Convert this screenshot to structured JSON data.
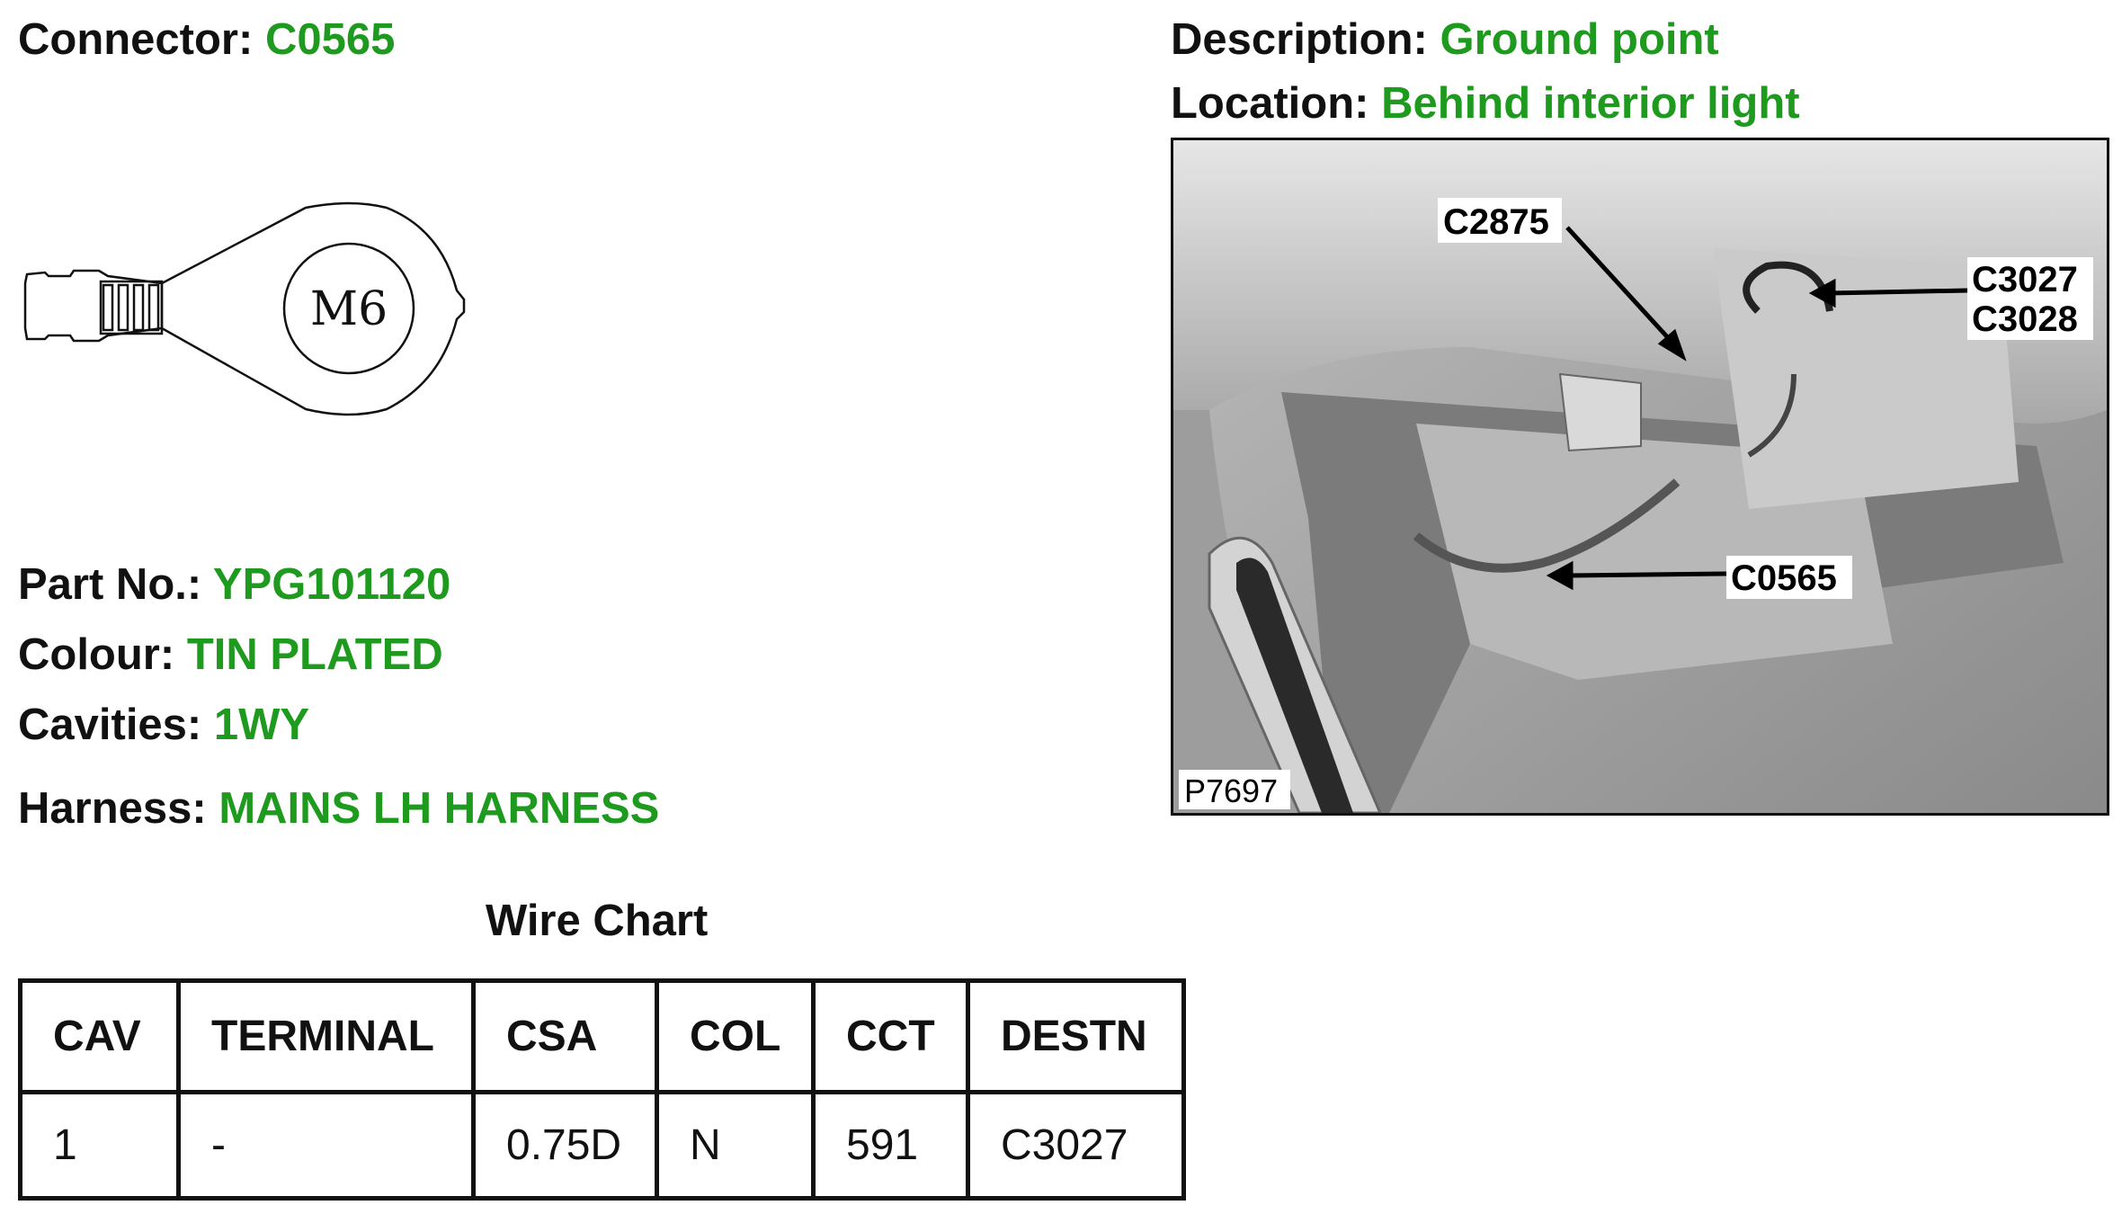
{
  "connector": {
    "label": "Connector:",
    "value": "C0565"
  },
  "description": {
    "label": "Description:",
    "value": "Ground point"
  },
  "location": {
    "label": "Location:",
    "value": "Behind interior light"
  },
  "part_no": {
    "label": "Part No.:",
    "value": "YPG101120"
  },
  "colour": {
    "label": "Colour:",
    "value": "TIN PLATED"
  },
  "cavities": {
    "label": "Cavities:",
    "value": "1WY"
  },
  "harness": {
    "label": "Harness:",
    "value": "MAINS LH HARNESS"
  },
  "terminal_drawing": {
    "stud_label": "M6"
  },
  "photo": {
    "callouts": [
      "C2875",
      "C3027",
      "C3028",
      "C0565"
    ],
    "figure_ref": "P7697"
  },
  "wire_chart": {
    "title": "Wire Chart",
    "headers": [
      "CAV",
      "TERMINAL",
      "CSA",
      "COL",
      "CCT",
      "DESTN"
    ],
    "rows": [
      [
        "1",
        "-",
        "0.75D",
        "N",
        "591",
        "C3027"
      ]
    ]
  },
  "colors": {
    "value_green": "#1e9a1e",
    "label_black": "#111111"
  }
}
